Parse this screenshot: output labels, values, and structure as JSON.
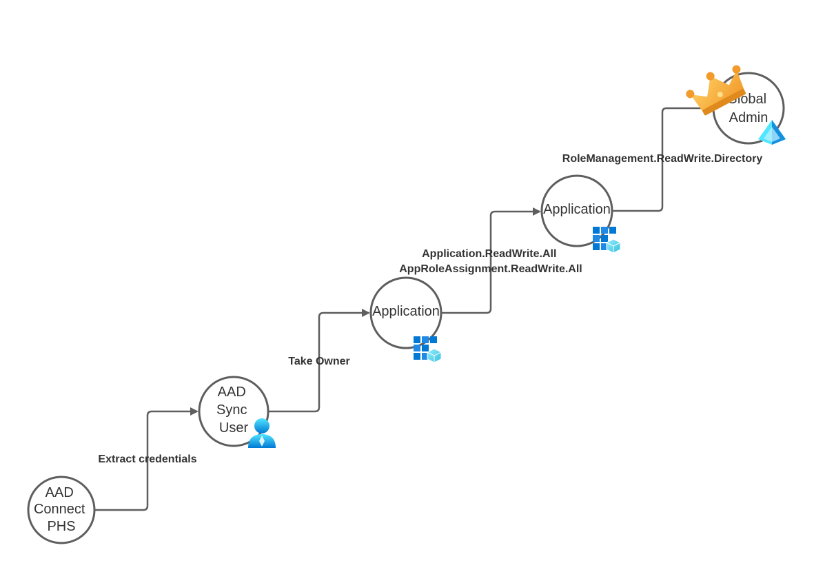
{
  "nodes": {
    "aad_connect": {
      "lines": [
        "AAD",
        "Connect",
        "PHS"
      ]
    },
    "sync_user": {
      "lines": [
        "AAD",
        "Sync",
        "User"
      ],
      "icon": "user-icon"
    },
    "application_1": {
      "lines": [
        "Application"
      ],
      "icon": "app-registration-icon"
    },
    "application_2": {
      "lines": [
        "Application"
      ],
      "icon": "app-registration-icon"
    },
    "global_admin": {
      "lines": [
        "Global",
        "Admin"
      ],
      "icons": [
        "crown-icon",
        "entra-id-icon"
      ]
    }
  },
  "edges": {
    "extract": {
      "lines": [
        "Extract credentials"
      ]
    },
    "take_owner": {
      "lines": [
        "Take Owner"
      ]
    },
    "app_perms": {
      "lines": [
        "Application.ReadWrite.All",
        "AppRoleAssignment.ReadWrite.All"
      ]
    },
    "role_mgmt": {
      "lines": [
        "RoleManagement.ReadWrite.Directory"
      ]
    }
  },
  "colors": {
    "stroke": "#5e5e5e",
    "text": "#333333",
    "azure_blue": "#0078d4",
    "azure_light": "#50e6ff",
    "crown_gold": "#f5b335"
  }
}
